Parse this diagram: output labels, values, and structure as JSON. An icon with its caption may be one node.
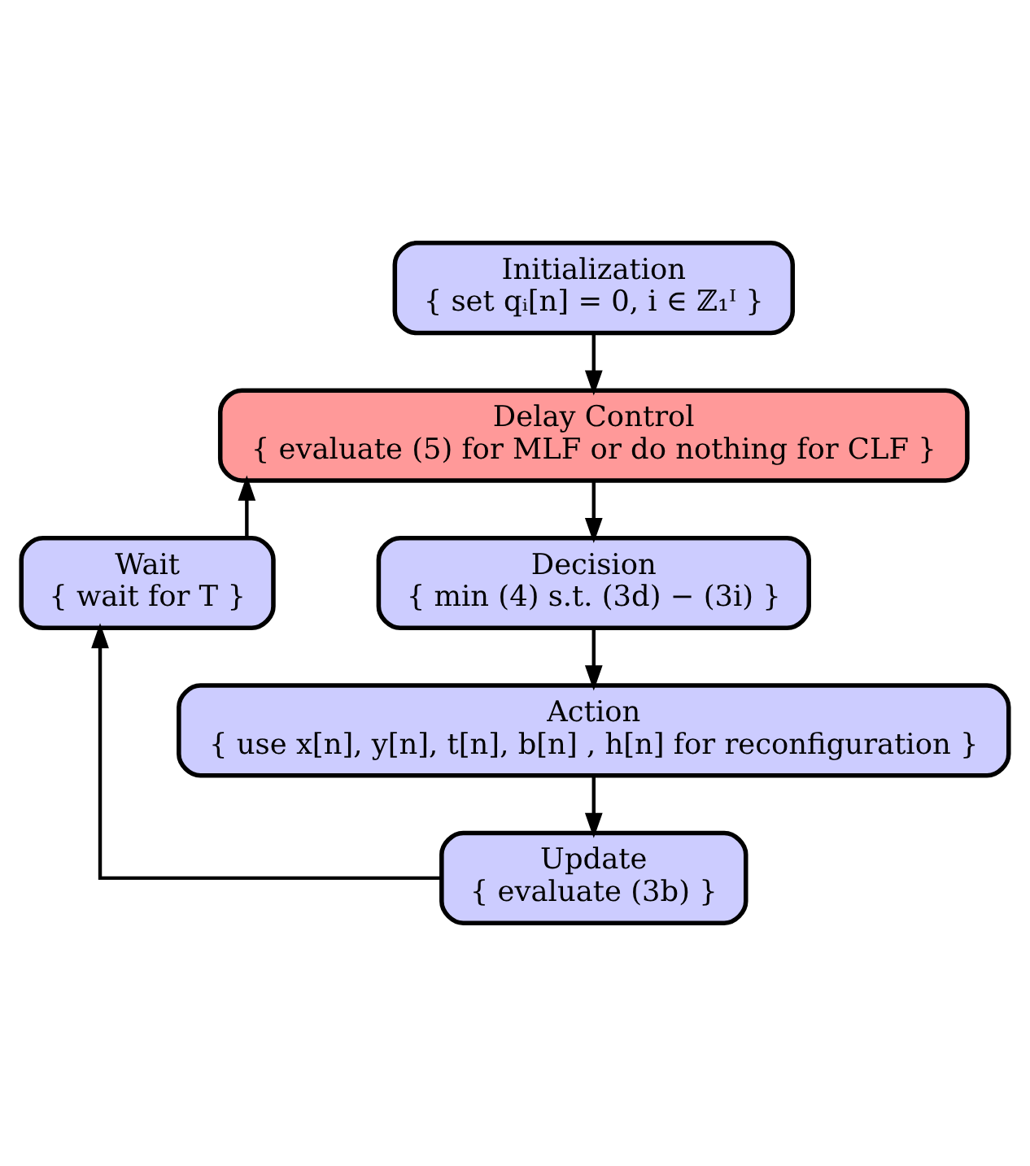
{
  "diagram": {
    "nodes": [
      {
        "text": [
          "Initialization",
          "{ set qᵢ[n] = 0, i ∈ ℤ₁ᴵ }"
        ]
      },
      {
        "text": [
          "Delay Control",
          "{ evaluate (5) for MLF or do nothing for CLF }"
        ]
      },
      {
        "text": [
          "Decision",
          "{ min (4) s.t. (3d) − (3i) }"
        ]
      },
      {
        "text": [
          "Action",
          "{ use x[n], y[n], t[n], b[n] , h[n] for reconfiguration }"
        ]
      },
      {
        "text": [
          "Update",
          "{ evaluate (3b) }"
        ]
      },
      {
        "text": [
          "Wait",
          "{ wait for T }"
        ]
      }
    ],
    "edges": [
      {
        "from": 0,
        "to": 1,
        "arrow": "to"
      },
      {
        "from": 1,
        "to": 2,
        "arrow": "to"
      },
      {
        "from": 2,
        "to": 3,
        "arrow": "to"
      },
      {
        "from": 3,
        "to": 4,
        "arrow": "to"
      },
      {
        "from": 4,
        "to": 5,
        "arrow": "to"
      },
      {
        "from": 5,
        "to": 1,
        "arrow": "to"
      }
    ]
  }
}
